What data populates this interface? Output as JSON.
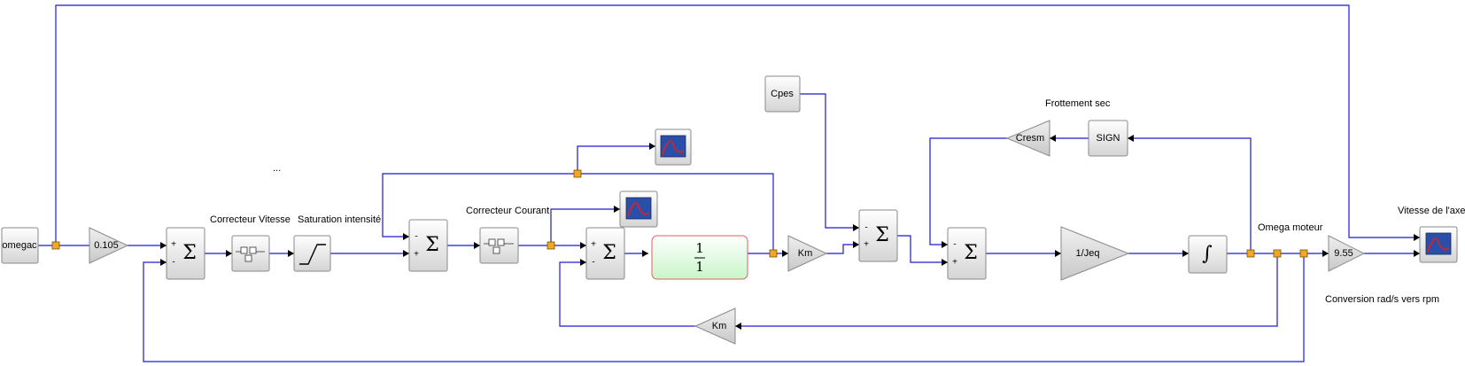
{
  "blocks": {
    "omegac": "omegac",
    "gain_0105": "0.105",
    "km_forward": "Km",
    "cpes": "Cpes",
    "cresm": "Cresm",
    "sign": "SIGN",
    "inv_jeq": "1/Jeq",
    "gain_955": "9.55",
    "km_feedback": "Km",
    "tf_num": "1",
    "tf_den": "1",
    "sum_symbol": "Σ",
    "integral_symbol": "∫"
  },
  "labels": {
    "correcteur_vitesse": "Correcteur Vitesse",
    "saturation": "Saturation intensité",
    "correcteur_courant": "Correcteur Courant",
    "frottement_sec": "Frottement sec",
    "omega_moteur": "Omega moteur",
    "vitesse_axe": "Vitesse de l'axe",
    "conversion": "Conversion rad/s vers rpm",
    "ellipsis": "..."
  },
  "signs": {
    "sum1": [
      "+",
      "-"
    ],
    "sum2": [
      "-",
      "+"
    ],
    "sum3": [
      "+",
      "-"
    ],
    "sum4": [
      "-",
      "+"
    ],
    "sum5": [
      "-",
      "+"
    ]
  },
  "colors": {
    "wire": "#1a1ad0",
    "split_point": "#f5a623",
    "transfer_fn_fill": "#c8f5c8",
    "transfer_fn_border": "#e06060",
    "scope_screen": "#2a4fa8",
    "scope_curve": "#e02020"
  }
}
